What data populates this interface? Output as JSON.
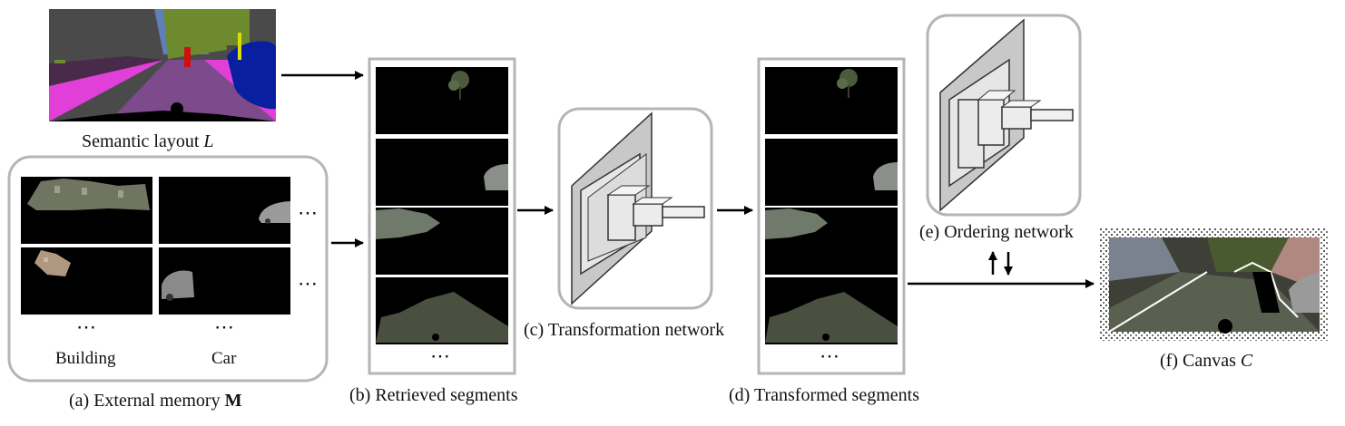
{
  "captions": {
    "layout_main": "Semantic layout ",
    "layout_symbol": "L",
    "memory_main": "(a) External memory ",
    "memory_symbol": "M",
    "retrieved": "(b) Retrieved segments",
    "transformation": "(c) Transformation network",
    "transformed": "(d) Transformed segments",
    "ordering": "(e) Ordering network",
    "canvas_main": "(f) Canvas ",
    "canvas_symbol": "C"
  },
  "memory": {
    "categories": [
      "Building",
      "Car"
    ],
    "ellipsis": "⋯"
  },
  "colors": {
    "panel_border": "#b5b5b5",
    "network_plane": "#c8c8c8",
    "segment_bg": "#000000",
    "road_magenta": "#e040d8",
    "road_purple": "#7d4a8c",
    "car_blue": "#0a1fa0",
    "sky": "#5e7fb8",
    "vegetation": "#6e8a2e"
  }
}
